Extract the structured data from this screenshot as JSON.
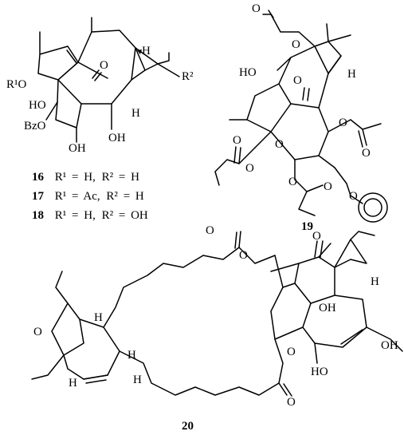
{
  "compounds": {
    "c16": {
      "number": "16",
      "r1": "H",
      "r2": "H"
    },
    "c17": {
      "number": "17",
      "r1": "Ac",
      "r2": "H"
    },
    "c18": {
      "number": "18",
      "r1": "H",
      "r2": "OH"
    },
    "c19": {
      "number": "19"
    },
    "c20": {
      "number": "20"
    }
  },
  "labels": {
    "r1o": "R¹O",
    "r2": "R²",
    "ho": "HO",
    "bzo": "BzO",
    "oh": "OH",
    "o": "O",
    "h": "H",
    "r1": "R¹",
    "r2sym": "R²",
    "eq": "=",
    "comma": ","
  }
}
